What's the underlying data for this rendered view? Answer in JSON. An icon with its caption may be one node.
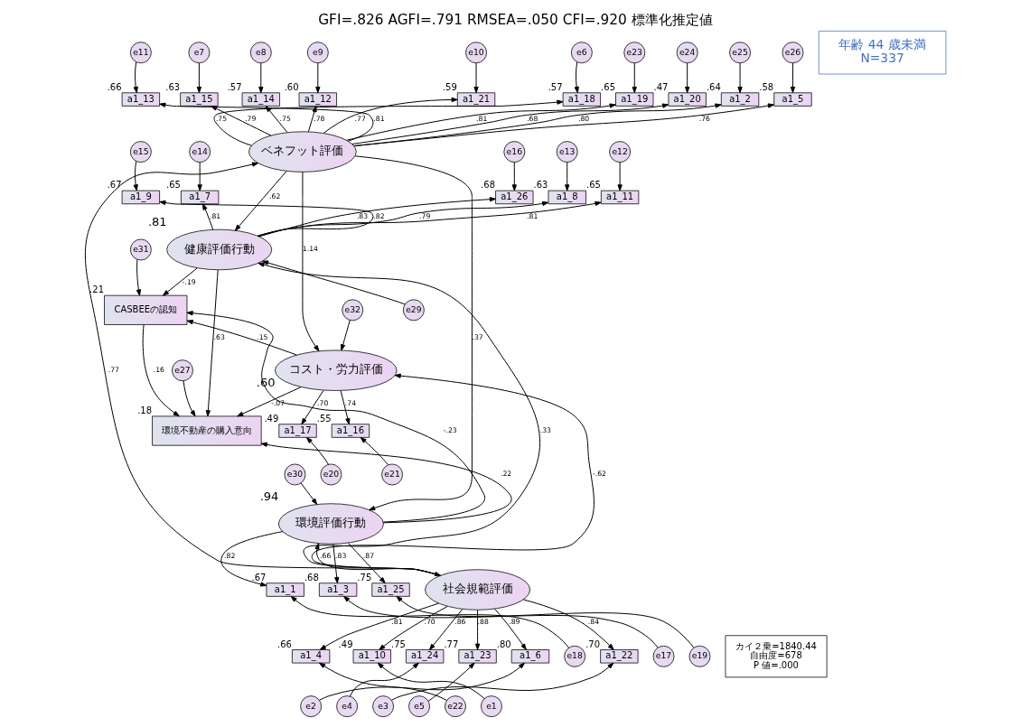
{
  "diagram": {
    "title": "GFI=.826 AGFI=.791 RMSEA=.050 CFI=.920 標準化推定値",
    "nodes": [
      {
        "text": [
          "e6"
        ]
      },
      {
        "text": [
          "e7"
        ]
      },
      {
        "text": [
          "e8"
        ]
      },
      {
        "text": [
          "e9"
        ]
      },
      {
        "text": [
          "e10"
        ]
      },
      {
        "text": [
          "e11"
        ]
      },
      {
        "text": [
          "e23"
        ]
      },
      {
        "text": [
          "e24"
        ]
      },
      {
        "text": [
          "e25"
        ]
      },
      {
        "text": [
          "e26"
        ]
      },
      {
        "text": [
          "a1_18"
        ],
        "beside": [
          ".57"
        ]
      },
      {
        "text": [
          "a1_15"
        ],
        "beside": [
          ".63"
        ]
      },
      {
        "text": [
          "a1_14"
        ],
        "beside": [
          ".57"
        ]
      },
      {
        "text": [
          "a1_12"
        ],
        "beside": [
          ".60"
        ]
      },
      {
        "text": [
          "a1_21"
        ],
        "beside": [
          ".59"
        ]
      },
      {
        "text": [
          "a1_13"
        ],
        "beside": [
          ".66"
        ]
      },
      {
        "text": [
          "a1_19"
        ],
        "beside": [
          ".65"
        ]
      },
      {
        "text": [
          "a1_20"
        ],
        "beside": [
          ".47"
        ]
      },
      {
        "text": [
          "a1_2"
        ],
        "beside": [
          ".64"
        ]
      },
      {
        "text": [
          "a1_5"
        ],
        "beside": [
          ".58"
        ]
      },
      {
        "text": [
          "年齢 44 歳未満",
          "N=337"
        ]
      },
      {
        "text": [
          "e14"
        ]
      },
      {
        "text": [
          "e16"
        ]
      },
      {
        "text": [
          "e15"
        ]
      },
      {
        "text": [
          "e13"
        ]
      },
      {
        "text": [
          "e12"
        ]
      },
      {
        "text": [
          "a1_7"
        ],
        "beside": [
          ".65"
        ]
      },
      {
        "text": [
          "a1_26"
        ],
        "beside": [
          ".68"
        ]
      },
      {
        "text": [
          "a1_9"
        ],
        "beside": [
          ".67"
        ]
      },
      {
        "text": [
          "a1_8"
        ],
        "beside": [
          ".63"
        ]
      },
      {
        "text": [
          "a1_11"
        ],
        "beside": [
          ".65"
        ]
      },
      {
        "text": [
          "ベネフット評価"
        ]
      },
      {
        "text": [
          "健康評価行動"
        ],
        "beside": [
          ".81"
        ]
      },
      {
        "text": [
          "e29"
        ]
      },
      {
        "text": [
          "e31"
        ]
      },
      {
        "text": [
          "CASBEEの認知"
        ],
        "beside": [
          ".21"
        ]
      },
      {
        "text": [
          "e32"
        ]
      },
      {
        "text": [
          "コスト・労力評価"
        ],
        "beside": [
          ".60"
        ]
      },
      {
        "text": [
          "e27"
        ]
      },
      {
        "text": [
          "環境不動産の購入意向"
        ],
        "beside": [
          ".18"
        ]
      },
      {
        "text": [
          "a1_16"
        ],
        "beside": [
          ".55"
        ]
      },
      {
        "text": [
          "a1_17"
        ],
        "beside": [
          ".49"
        ]
      },
      {
        "text": [
          "e21"
        ]
      },
      {
        "text": [
          "e20"
        ]
      },
      {
        "text": [
          "e30"
        ]
      },
      {
        "text": [
          "環境評価行動"
        ],
        "beside": [
          ".94"
        ]
      },
      {
        "text": [
          "社会規範評価"
        ]
      },
      {
        "text": [
          "a1_23"
        ],
        "beside": [
          ".77"
        ]
      },
      {
        "text": [
          "a1_24"
        ],
        "beside": [
          ".75"
        ]
      },
      {
        "text": [
          "a1_22"
        ],
        "beside": [
          ".70"
        ]
      },
      {
        "text": [
          "a1_6"
        ],
        "beside": [
          ".80"
        ]
      },
      {
        "text": [
          "a1_10"
        ],
        "beside": [
          ".49"
        ]
      },
      {
        "text": [
          "a1_4"
        ],
        "beside": [
          ".66"
        ]
      },
      {
        "text": [
          "a1_3"
        ],
        "beside": [
          ".68"
        ]
      },
      {
        "text": [
          "a1_1"
        ],
        "beside": [
          ".67"
        ]
      },
      {
        "text": [
          "a1_25"
        ],
        "beside": [
          ".75"
        ]
      },
      {
        "text": [
          "e5"
        ]
      },
      {
        "text": [
          "e4"
        ]
      },
      {
        "text": [
          "e3"
        ]
      },
      {
        "text": [
          "e2"
        ]
      },
      {
        "text": [
          "e1"
        ]
      },
      {
        "text": [
          "e22"
        ]
      },
      {
        "text": [
          "e17"
        ]
      },
      {
        "text": [
          "e18"
        ]
      },
      {
        "text": [
          "e19"
        ]
      },
      {
        "text": [
          "カイ２乗=1840.44",
          "自由度=678",
          "P 値=.000"
        ]
      }
    ],
    "edges": [
      {
        "from": 0,
        "to": 10,
        "arrow": "to"
      },
      {
        "from": 1,
        "to": 11,
        "arrow": "to"
      },
      {
        "from": 2,
        "to": 12,
        "arrow": "to"
      },
      {
        "from": 3,
        "to": 13,
        "arrow": "to"
      },
      {
        "from": 4,
        "to": 14,
        "arrow": "to"
      },
      {
        "from": 5,
        "to": 15,
        "arrow": "to"
      },
      {
        "from": 6,
        "to": 16,
        "arrow": "to"
      },
      {
        "from": 7,
        "to": 17,
        "arrow": "to"
      },
      {
        "from": 8,
        "to": 18,
        "arrow": "to"
      },
      {
        "from": 9,
        "to": 19,
        "arrow": "to"
      },
      {
        "from": 31,
        "to": 10,
        "arrow": "to",
        "label": ".75"
      },
      {
        "from": 31,
        "to": 11,
        "arrow": "to",
        "label": ".79"
      },
      {
        "from": 31,
        "to": 12,
        "arrow": "to",
        "label": ".75"
      },
      {
        "from": 31,
        "to": 13,
        "arrow": "to",
        "label": ".78"
      },
      {
        "from": 31,
        "to": 14,
        "arrow": "to",
        "label": ".77"
      },
      {
        "from": 31,
        "to": 15,
        "arrow": "to",
        "label": ".81"
      },
      {
        "from": 31,
        "to": 16,
        "arrow": "to",
        "label": ".81"
      },
      {
        "from": 31,
        "to": 17,
        "arrow": "to",
        "label": ".68"
      },
      {
        "from": 31,
        "to": 18,
        "arrow": "to",
        "label": ".80"
      },
      {
        "from": 31,
        "to": 19,
        "arrow": "to",
        "label": ".76"
      },
      {
        "from": 21,
        "to": 26,
        "arrow": "to"
      },
      {
        "from": 22,
        "to": 27,
        "arrow": "to"
      },
      {
        "from": 23,
        "to": 28,
        "arrow": "to"
      },
      {
        "from": 24,
        "to": 29,
        "arrow": "to"
      },
      {
        "from": 25,
        "to": 30,
        "arrow": "to"
      },
      {
        "from": 32,
        "to": 26,
        "arrow": "to",
        "label": ".81"
      },
      {
        "from": 32,
        "to": 27,
        "arrow": "to",
        "label": ".83"
      },
      {
        "from": 32,
        "to": 28,
        "arrow": "to",
        "label": ".82"
      },
      {
        "from": 32,
        "to": 29,
        "arrow": "to",
        "label": ".79"
      },
      {
        "from": 32,
        "to": 30,
        "arrow": "to",
        "label": ".81"
      },
      {
        "from": 31,
        "to": 32,
        "arrow": "to",
        "label": ".62"
      },
      {
        "from": 31,
        "to": 37,
        "arrow": "to",
        "label": "1.14"
      },
      {
        "from": 31,
        "to": 45,
        "arrow": "to",
        "label": ".37"
      },
      {
        "from": 31,
        "to": 46,
        "arrow": "both",
        "label": ".77"
      },
      {
        "from": 33,
        "to": 32,
        "arrow": "to"
      },
      {
        "from": 32,
        "to": 35,
        "arrow": "to",
        "label": "-.19"
      },
      {
        "from": 32,
        "to": 39,
        "arrow": "to",
        "label": ".63"
      },
      {
        "from": 34,
        "to": 35,
        "arrow": "to"
      },
      {
        "from": 36,
        "to": 37,
        "arrow": "to"
      },
      {
        "from": 37,
        "to": 35,
        "arrow": "to",
        "label": ".15"
      },
      {
        "from": 37,
        "to": 39,
        "arrow": "to",
        "label": "-.07"
      },
      {
        "from": 35,
        "to": 39,
        "arrow": "to",
        "label": ".16"
      },
      {
        "from": 38,
        "to": 39,
        "arrow": "to"
      },
      {
        "from": 37,
        "to": 40,
        "arrow": "to",
        "label": ".74"
      },
      {
        "from": 37,
        "to": 41,
        "arrow": "to",
        "label": ".70"
      },
      {
        "from": 42,
        "to": 40,
        "arrow": "to"
      },
      {
        "from": 43,
        "to": 41,
        "arrow": "to"
      },
      {
        "from": 44,
        "to": 45,
        "arrow": "to"
      },
      {
        "from": 45,
        "to": 35,
        "arrow": "to",
        "label": "-.23"
      },
      {
        "from": 45,
        "to": 39,
        "arrow": "to",
        "label": ".22"
      },
      {
        "from": 46,
        "to": 32,
        "arrow": "to",
        "label": ".33"
      },
      {
        "from": 46,
        "to": 37,
        "arrow": "to",
        "label": "-.62"
      },
      {
        "from": 46,
        "to": 45,
        "arrow": "to",
        "label": ".66"
      },
      {
        "from": 46,
        "to": 47,
        "arrow": "to",
        "label": ".88"
      },
      {
        "from": 46,
        "to": 48,
        "arrow": "to",
        "label": ".86"
      },
      {
        "from": 46,
        "to": 49,
        "arrow": "to",
        "label": ".84"
      },
      {
        "from": 46,
        "to": 50,
        "arrow": "to",
        "label": ".89"
      },
      {
        "from": 46,
        "to": 51,
        "arrow": "to",
        "label": ".70"
      },
      {
        "from": 46,
        "to": 52,
        "arrow": "to",
        "label": ".81"
      },
      {
        "from": 45,
        "to": 53,
        "arrow": "to",
        "label": ".83"
      },
      {
        "from": 45,
        "to": 54,
        "arrow": "to",
        "label": ".82"
      },
      {
        "from": 45,
        "to": 55,
        "arrow": "to",
        "label": ".87"
      },
      {
        "from": 56,
        "to": 47,
        "arrow": "to"
      },
      {
        "from": 57,
        "to": 48,
        "arrow": "to"
      },
      {
        "from": 58,
        "to": 49,
        "arrow": "to"
      },
      {
        "from": 59,
        "to": 50,
        "arrow": "to"
      },
      {
        "from": 60,
        "to": 51,
        "arrow": "to"
      },
      {
        "from": 61,
        "to": 52,
        "arrow": "to"
      },
      {
        "from": 62,
        "to": 53,
        "arrow": "to"
      },
      {
        "from": 63,
        "to": 54,
        "arrow": "to"
      },
      {
        "from": 64,
        "to": 55,
        "arrow": "to"
      }
    ]
  }
}
